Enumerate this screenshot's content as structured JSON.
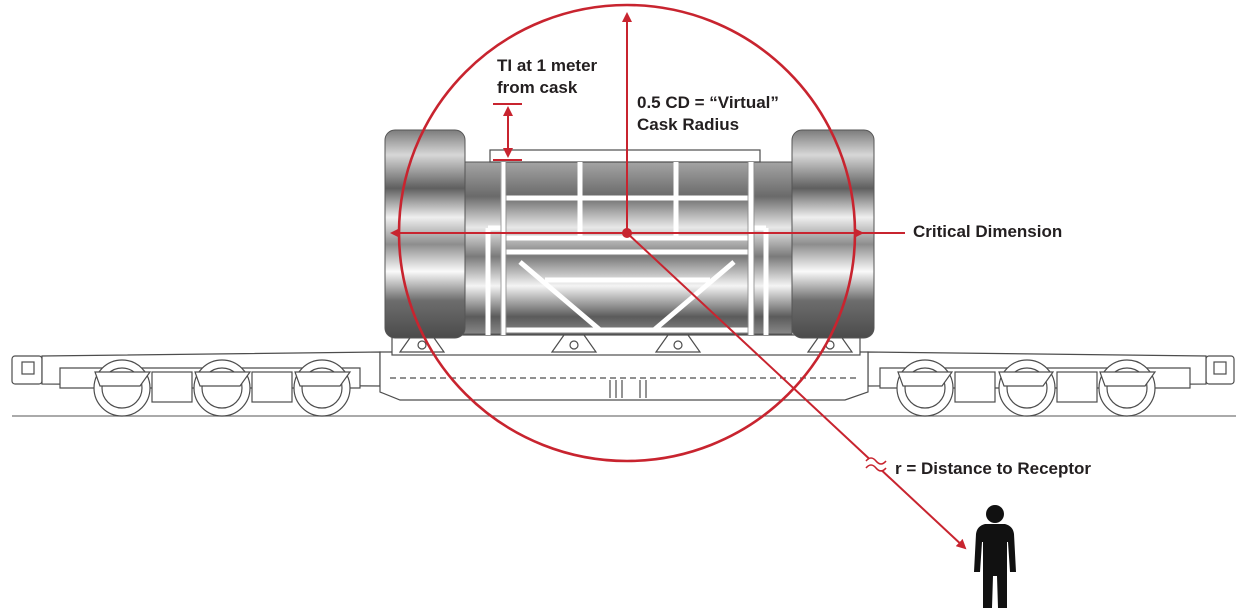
{
  "labels": {
    "ti_line1": "TI at 1 meter",
    "ti_line2": "from cask",
    "radius_line1": "0.5 CD = “Virtual”",
    "radius_line2": "Cask Radius",
    "critical_dimension": "Critical Dimension",
    "distance": "r = Distance to Receptor"
  },
  "colors": {
    "annotation": "#c8242f",
    "outline": "#4d4d4d",
    "text": "#231f20",
    "figure": "#111111"
  },
  "icons": [
    "person-silhouette-icon"
  ]
}
